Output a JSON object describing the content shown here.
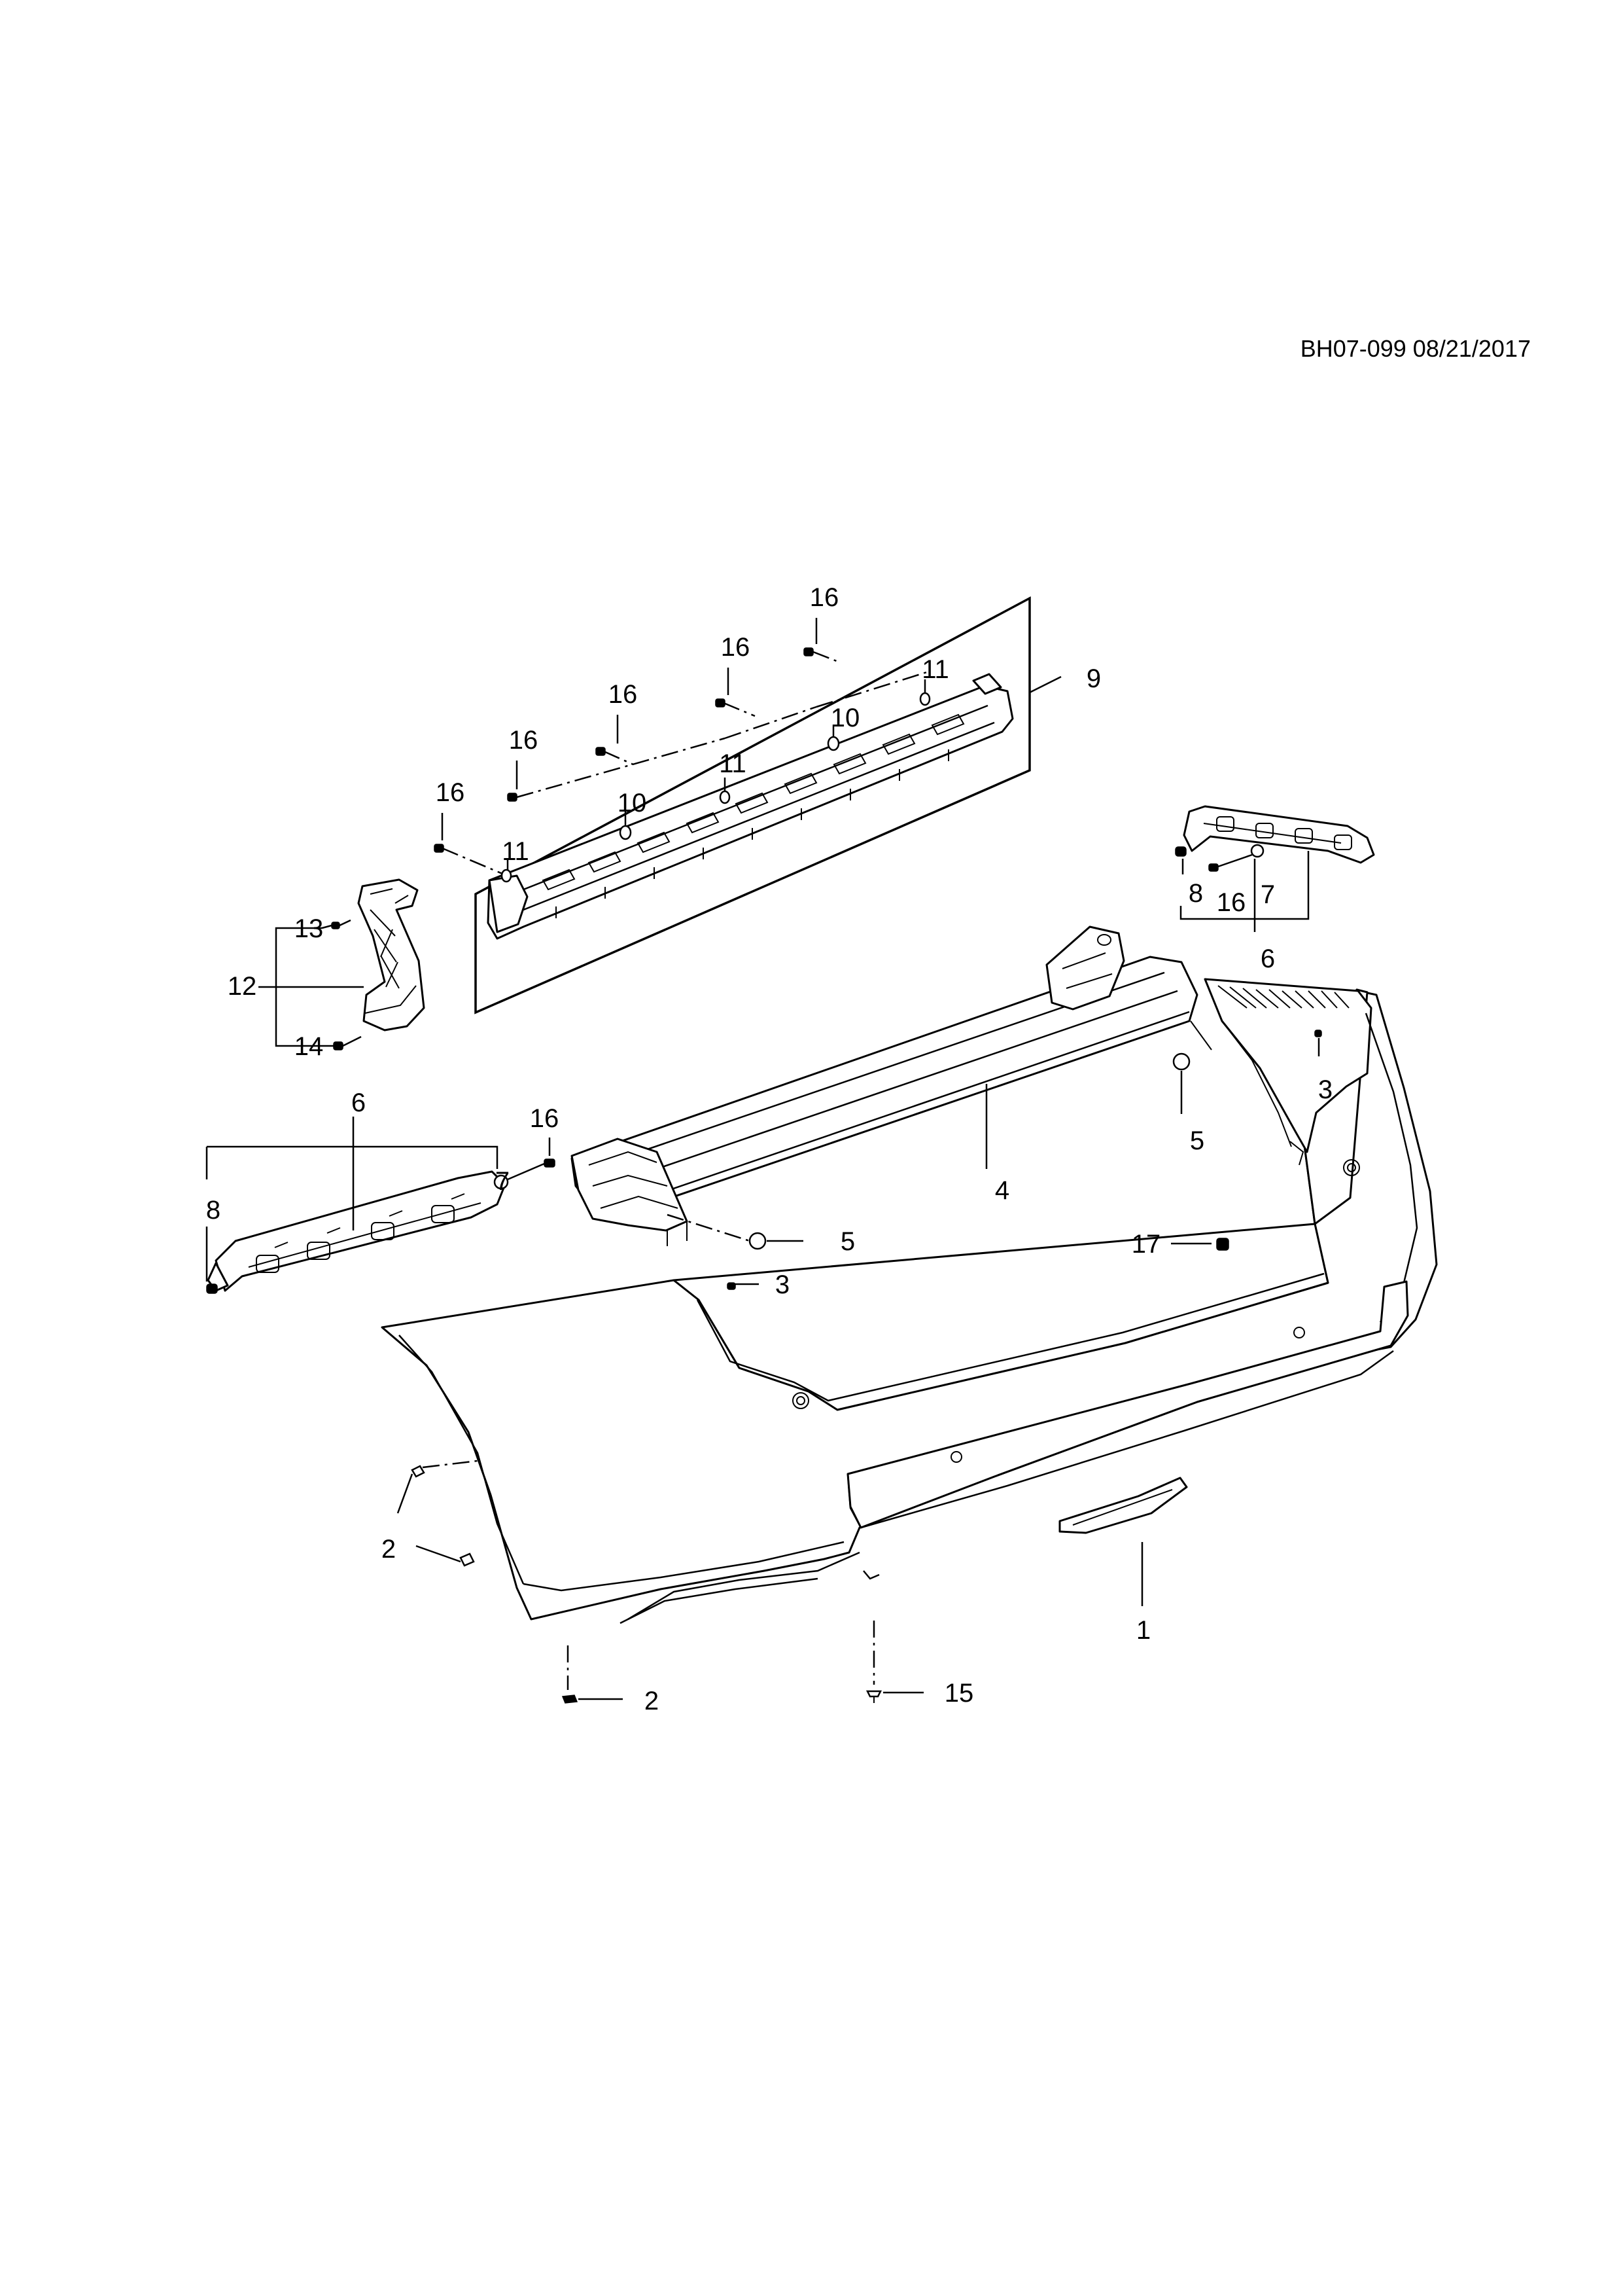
{
  "document": {
    "reference": "BH07-099 08/21/2017"
  },
  "callouts": [
    {
      "id": "c1",
      "label": "1"
    },
    {
      "id": "c2a",
      "label": "2"
    },
    {
      "id": "c2b",
      "label": "2"
    },
    {
      "id": "c3a",
      "label": "3"
    },
    {
      "id": "c3b",
      "label": "3"
    },
    {
      "id": "c4",
      "label": "4"
    },
    {
      "id": "c5a",
      "label": "5"
    },
    {
      "id": "c5b",
      "label": "5"
    },
    {
      "id": "c6a",
      "label": "6"
    },
    {
      "id": "c6b",
      "label": "6"
    },
    {
      "id": "c7a",
      "label": "7"
    },
    {
      "id": "c7b",
      "label": "7"
    },
    {
      "id": "c8a",
      "label": "8"
    },
    {
      "id": "c8b",
      "label": "8"
    },
    {
      "id": "c9",
      "label": "9"
    },
    {
      "id": "c10a",
      "label": "10"
    },
    {
      "id": "c10b",
      "label": "10"
    },
    {
      "id": "c11a",
      "label": "11"
    },
    {
      "id": "c11b",
      "label": "11"
    },
    {
      "id": "c11c",
      "label": "11"
    },
    {
      "id": "c12",
      "label": "12"
    },
    {
      "id": "c13",
      "label": "13"
    },
    {
      "id": "c14",
      "label": "14"
    },
    {
      "id": "c15",
      "label": "15"
    },
    {
      "id": "c16a",
      "label": "16"
    },
    {
      "id": "c16b",
      "label": "16"
    },
    {
      "id": "c16c",
      "label": "16"
    },
    {
      "id": "c16d",
      "label": "16"
    },
    {
      "id": "c16e",
      "label": "16"
    },
    {
      "id": "c16f",
      "label": "16"
    },
    {
      "id": "c16g",
      "label": "16"
    },
    {
      "id": "c17",
      "label": "17"
    }
  ]
}
